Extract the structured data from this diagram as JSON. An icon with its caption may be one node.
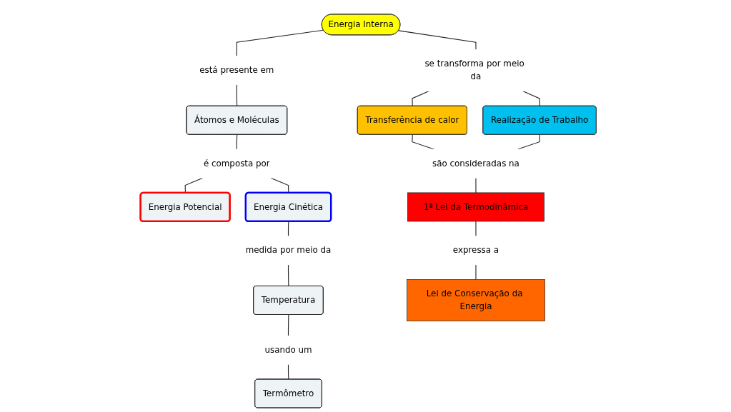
{
  "diagram": {
    "nodes": [
      {
        "text": [
          "Energia Interna"
        ]
      },
      {
        "text": [
          "está presente em"
        ]
      },
      {
        "text": [
          "se transforma por meio da"
        ]
      },
      {
        "text": [
          "Átomos e Moléculas"
        ]
      },
      {
        "text": [
          "é composta por"
        ]
      },
      {
        "text": [
          "Transferência de calor"
        ]
      },
      {
        "text": [
          "Realização de Trabalho"
        ]
      },
      {
        "text": [
          "Energia Potencial"
        ]
      },
      {
        "text": [
          "Energia Cinética"
        ]
      },
      {
        "text": [
          "são consideradas na"
        ]
      },
      {
        "text": [
          "medida por meio da"
        ]
      },
      {
        "text": [
          "1ª Lei da Termodinâmica"
        ]
      },
      {
        "text": [
          "Temperatura"
        ]
      },
      {
        "text": [
          "expressa a"
        ]
      },
      {
        "text": [
          "usando um"
        ]
      },
      {
        "text": [
          "Termômetro"
        ]
      },
      {
        "text": [
          "Lei de Conservação da Energia"
        ]
      }
    ],
    "edges": [
      {
        "from": 0,
        "to": 1,
        "arrow": "none"
      },
      {
        "from": 1,
        "to": 3,
        "arrow": "none"
      },
      {
        "from": 3,
        "to": 4,
        "arrow": "none"
      },
      {
        "from": 4,
        "to": 7,
        "arrow": "none"
      },
      {
        "from": 4,
        "to": 8,
        "arrow": "none"
      },
      {
        "from": 0,
        "to": 2,
        "arrow": "none"
      },
      {
        "from": 2,
        "to": 5,
        "arrow": "none"
      },
      {
        "from": 2,
        "to": 6,
        "arrow": "none"
      },
      {
        "from": 5,
        "to": 9,
        "arrow": "none"
      },
      {
        "from": 6,
        "to": 9,
        "arrow": "none"
      },
      {
        "from": 9,
        "to": 11,
        "arrow": "none"
      },
      {
        "from": 8,
        "to": 10,
        "arrow": "none"
      },
      {
        "from": 10,
        "to": 12,
        "arrow": "none"
      },
      {
        "from": 12,
        "to": 14,
        "arrow": "none"
      },
      {
        "from": 14,
        "to": 15,
        "arrow": "none"
      },
      {
        "from": 11,
        "to": 13,
        "arrow": "none"
      },
      {
        "from": 13,
        "to": 16,
        "arrow": "none"
      }
    ]
  }
}
